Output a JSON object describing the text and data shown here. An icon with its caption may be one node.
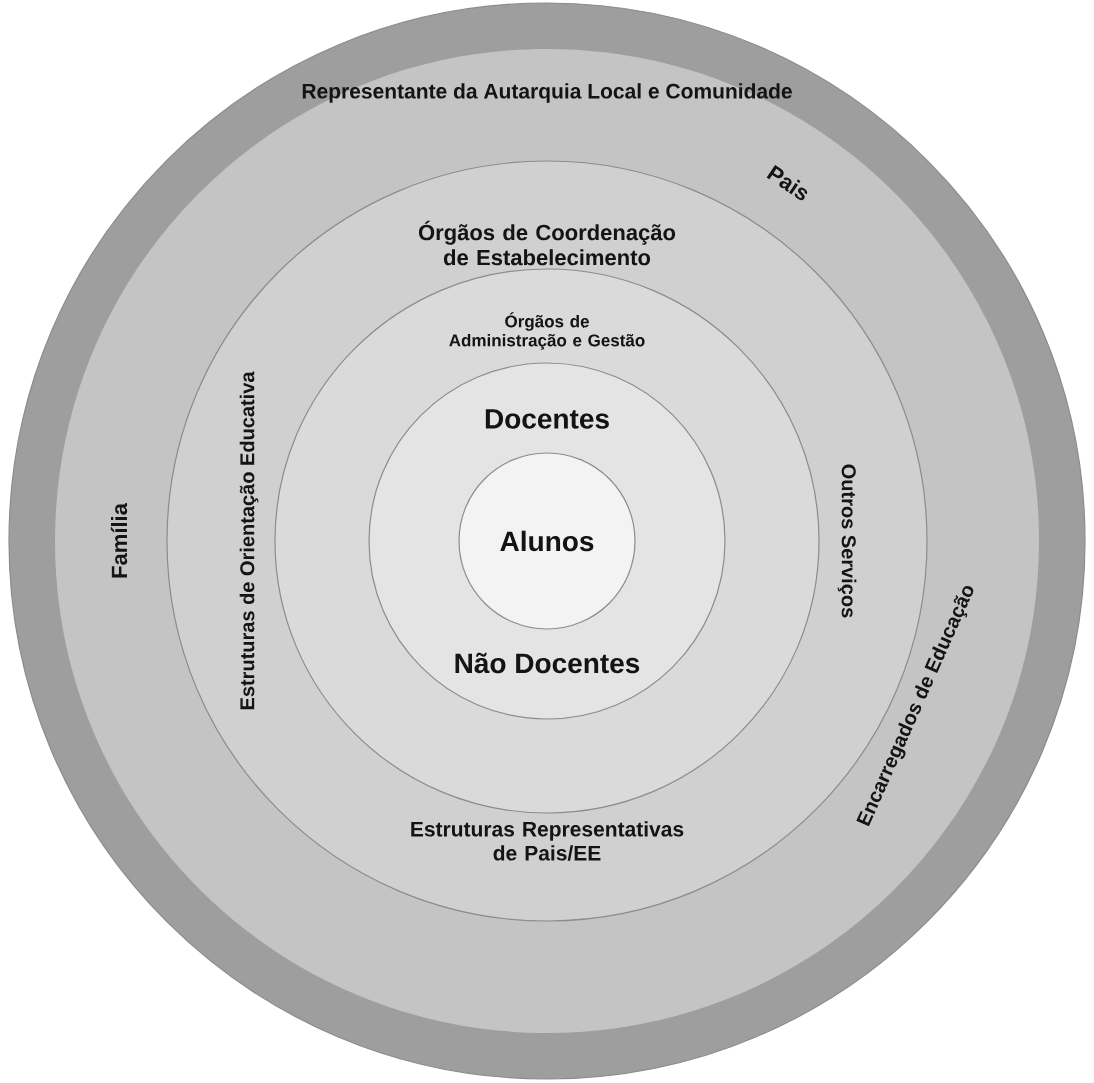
{
  "diagram": {
    "nodes": [
      {
        "text": [
          "Representante da Autarquia Local e Comunidade",
          "Pais",
          "Família",
          "Encarregados de Educação"
        ]
      },
      {
        "text": [
          "Órgãos de Coordenação de Estabelecimento",
          "Estruturas de Orientação Educativa",
          "Outros Serviços",
          "Estruturas Representativas de Pais/EE"
        ],
        "in": 0
      },
      {
        "text": [
          "Órgãos de Administração e Gestão"
        ],
        "in": 1
      },
      {
        "text": [
          "Docentes",
          "Não Docentes"
        ],
        "in": 2
      },
      {
        "text": [
          "Alunos"
        ],
        "in": 3
      }
    ]
  }
}
